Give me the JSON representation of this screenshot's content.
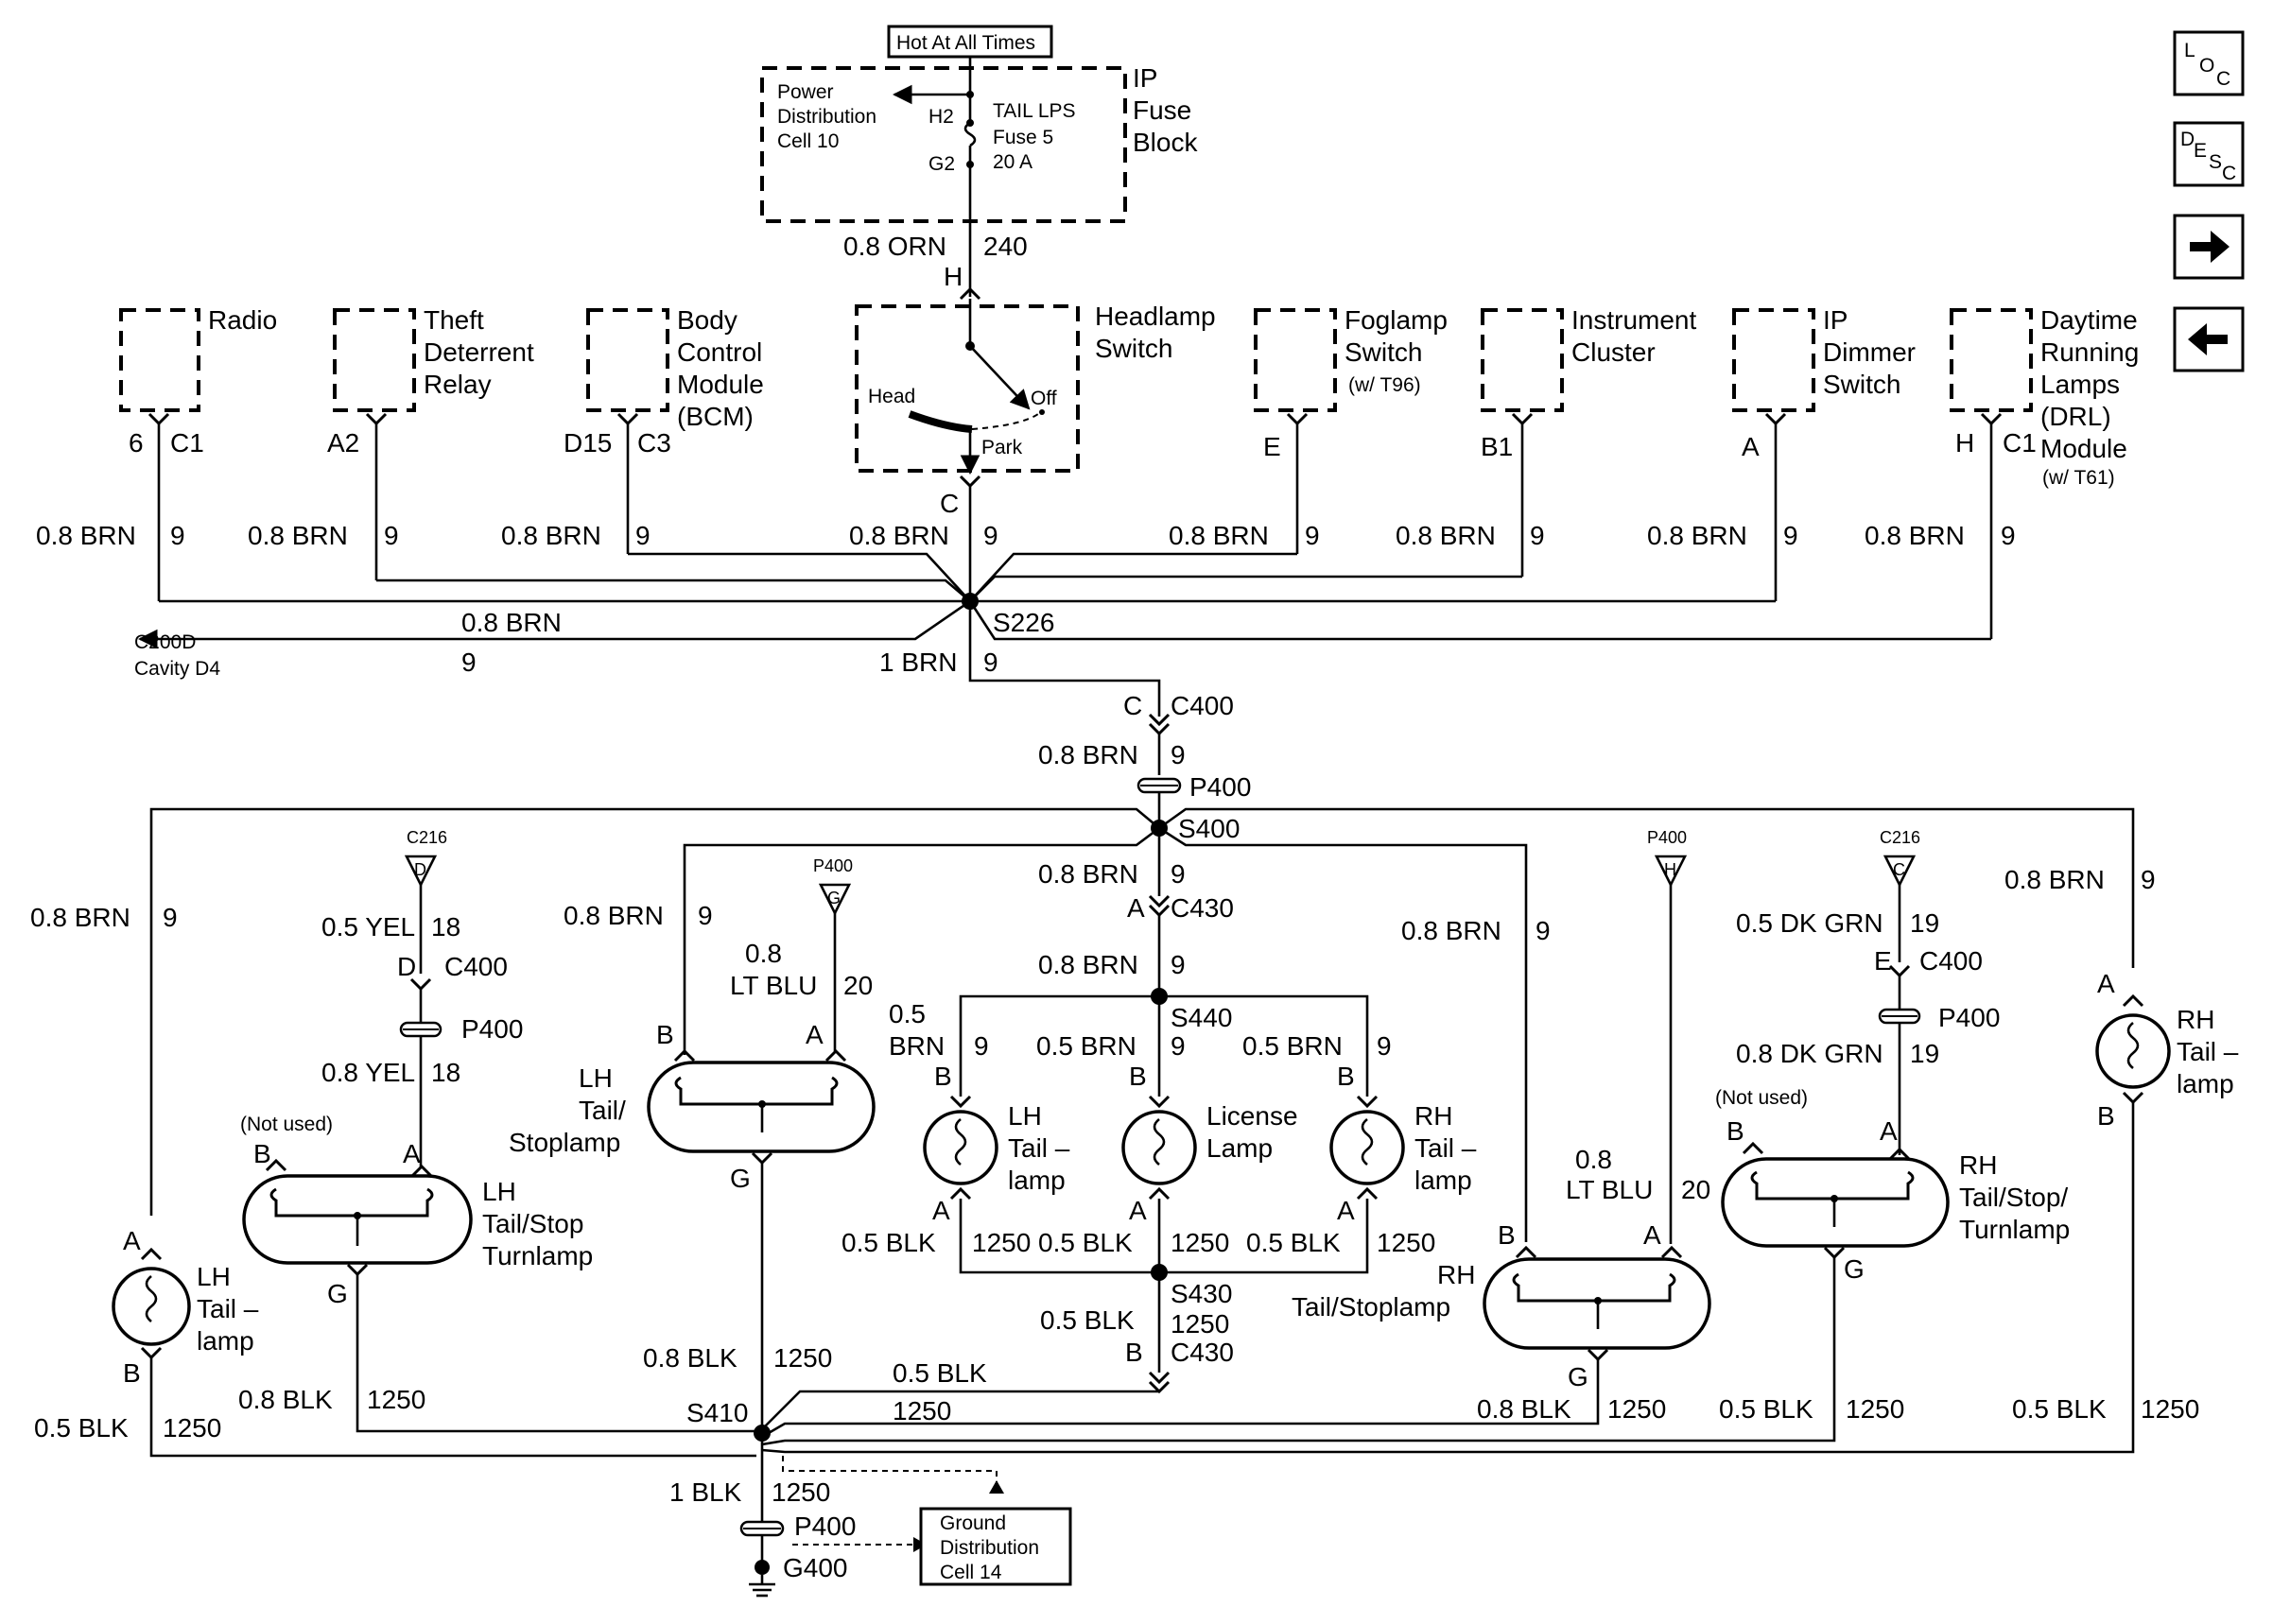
{
  "nav": {
    "loc": {
      "l": "L",
      "o": "O",
      "c": "C"
    },
    "desc": {
      "d": "D",
      "e": "E",
      "s": "S",
      "c": "C"
    },
    "next_icon": "arrow-right-icon",
    "prev_icon": "arrow-left-icon"
  },
  "fuse": {
    "hot": "Hot At All Times",
    "pd1": "Power",
    "pd2": "Distribution",
    "pd3": "Cell 10",
    "h2": "H2",
    "g2": "G2",
    "n1": "TAIL LPS",
    "n2": "Fuse 5",
    "n3": "20 A",
    "b1": "IP",
    "b2": "Fuse",
    "b3": "Block",
    "w_label": "0.8 ORN",
    "w_num": "240",
    "conn": "H"
  },
  "top": {
    "radio": {
      "t1": "Radio",
      "pin": "6",
      "conn": "C1",
      "wire": "0.8 BRN",
      "num": "9"
    },
    "theft": {
      "t1": "Theft",
      "t2": "Deterrent",
      "t3": "Relay",
      "pin": "A2",
      "wire": "0.8 BRN",
      "num": "9"
    },
    "bcm": {
      "t1": "Body",
      "t2": "Control",
      "t3": "Module",
      "t4": "(BCM)",
      "pin": "D15",
      "conn": "C3",
      "wire": "0.8 BRN",
      "num": "9"
    },
    "head": {
      "t1": "Headlamp",
      "t2": "Switch",
      "hd": "Head",
      "off": "Off",
      "park": "Park",
      "pin": "C",
      "wire": "0.8 BRN",
      "num": "9"
    },
    "fog": {
      "t1": "Foglamp",
      "t2": "Switch",
      "t3": "(w/ T96)",
      "pin": "E",
      "wire": "0.8 BRN",
      "num": "9"
    },
    "ic": {
      "t1": "Instrument",
      "t2": "Cluster",
      "pin": "B1",
      "wire": "0.8 BRN",
      "num": "9"
    },
    "dim": {
      "t1": "IP",
      "t2": "Dimmer",
      "t3": "Switch",
      "pin": "A",
      "wire": "0.8 BRN",
      "num": "9"
    },
    "drl": {
      "t1": "Daytime",
      "t2": "Running",
      "t3": "Lamps",
      "t4": "(DRL)",
      "t5": "Module",
      "t6": "(w/ T61)",
      "pin": "H",
      "conn": "C1",
      "wire": "0.8 BRN",
      "num": "9"
    }
  },
  "mid": {
    "c200d1": "C200D",
    "c200d2": "Cavity D4",
    "w1": "0.8 BRN",
    "n1": "9",
    "s226": "S226",
    "w2": "1 BRN",
    "n2": "9",
    "c400c": "C",
    "c400": "C400",
    "w3": "0.8 BRN",
    "n3": "9",
    "p400": "P400",
    "s400": "S400"
  },
  "lower": {
    "farlh": {
      "w": "0.8 BRN",
      "n": "9",
      "a": "A",
      "t1": "LH",
      "t2": "Tail –",
      "t3": "lamp",
      "b": "B",
      "gw": "0.5 BLK",
      "gn": "1250"
    },
    "lhts": {
      "conn_top": "C216",
      "conn_letter": "D",
      "w": "0.5 YEL",
      "n": "18",
      "cd": "D",
      "c400": "C400",
      "p400": "P400",
      "w2": "0.8 YEL",
      "n2": "18",
      "notused": "(Not used)",
      "b": "B",
      "a": "A",
      "t1": "LH",
      "t2": "Tail/Stop",
      "t3": "Turnlamp",
      "g": "G",
      "gw": "0.8 BLK",
      "gn": "1250"
    },
    "lhstop": {
      "w": "0.8 BRN",
      "n": "9",
      "conn_top": "P400",
      "conn_letter": "G",
      "w2a": "0.8",
      "w2b": "LT BLU",
      "n2": "20",
      "b": "B",
      "a": "A",
      "t1": "LH",
      "t2": "Tail/",
      "t3": "Stoplamp",
      "g": "G",
      "gw": "0.8 BLK",
      "gn": "1250"
    },
    "center": {
      "w": "0.8 BRN",
      "n": "9",
      "ca": "A",
      "c430": "C430",
      "w2": "0.8 BRN",
      "n2": "9",
      "s440": "S440",
      "lh": {
        "wa": "0.5",
        "wb": "BRN",
        "n": "9",
        "b": "B",
        "t1": "LH",
        "t2": "Tail –",
        "t3": "lamp",
        "a": "A",
        "gw": "0.5 BLK",
        "gn": "1250"
      },
      "lic": {
        "w": "0.5 BRN",
        "n": "9",
        "b": "B",
        "t1": "License",
        "t2": "Lamp",
        "a": "A",
        "gw": "0.5 BLK",
        "gn": "1250"
      },
      "rh": {
        "w": "0.5 BRN",
        "n": "9",
        "b": "B",
        "t1": "RH",
        "t2": "Tail –",
        "t3": "lamp",
        "a": "A",
        "gw": "0.5 BLK",
        "gn": "1250"
      },
      "s430": "S430",
      "w3": "0.5 BLK",
      "n3": "1250",
      "cb": "B",
      "c430b": "C430",
      "w4": "0.5 BLK",
      "n4": "1250"
    },
    "rhstop": {
      "w": "0.8 BRN",
      "n": "9",
      "conn_top": "P400",
      "conn_letter": "H",
      "w2a": "0.8",
      "w2b": "LT BLU",
      "n2": "20",
      "b": "B",
      "a": "A",
      "t1": "RH",
      "t2": "Tail/Stoplamp",
      "g": "G",
      "gw": "0.8 BLK",
      "gn": "1250"
    },
    "rhts": {
      "conn_top": "C216",
      "conn_letter": "C",
      "w": "0.5 DK GRN",
      "n": "19",
      "ce": "E",
      "c400": "C400",
      "p400": "P400",
      "w2": "0.8 DK GRN",
      "n2": "19",
      "notused": "(Not used)",
      "b": "B",
      "a": "A",
      "t1": "RH",
      "t2": "Tail/Stop/",
      "t3": "Turnlamp",
      "g": "G",
      "gw": "0.5 BLK",
      "gn": "1250"
    },
    "farrh": {
      "w": "0.8 BRN",
      "n": "9",
      "a": "A",
      "t1": "RH",
      "t2": "Tail –",
      "t3": "lamp",
      "b": "B",
      "gw": "0.5 BLK",
      "gn": "1250"
    }
  },
  "ground": {
    "s410": "S410",
    "w": "1 BLK",
    "n": "1250",
    "p400": "P400",
    "g400": "G400",
    "gd1": "Ground",
    "gd2": "Distribution",
    "gd3": "Cell 14"
  }
}
